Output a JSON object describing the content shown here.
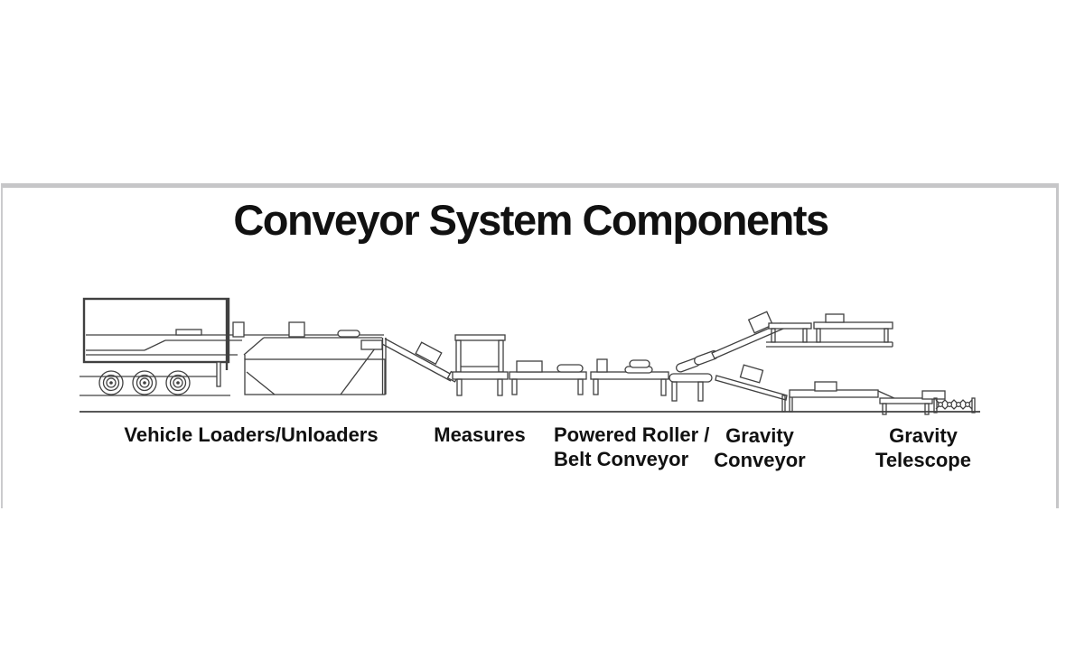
{
  "title": "Conveyor System Components",
  "frame": {
    "border_color": "#c6c6c8",
    "background": "#ffffff"
  },
  "diagram": {
    "line_color": "#404040",
    "text_color": "#111111",
    "icons": {
      "truck": "truck-trailer-icon",
      "loader": "vehicle-loader-machine-icon",
      "gate": "measuring-gate-icon",
      "scissor": "telescoping-scissor-icon"
    },
    "labels": [
      {
        "lines": [
          "Vehicle Loaders/Unloaders"
        ]
      },
      {
        "lines": [
          "Measures"
        ]
      },
      {
        "lines": [
          "Powered Roller /",
          "Belt Conveyor"
        ]
      },
      {
        "lines": [
          "Gravity",
          "Conveyor"
        ]
      },
      {
        "lines": [
          "Gravity",
          "Telescope"
        ]
      }
    ]
  }
}
